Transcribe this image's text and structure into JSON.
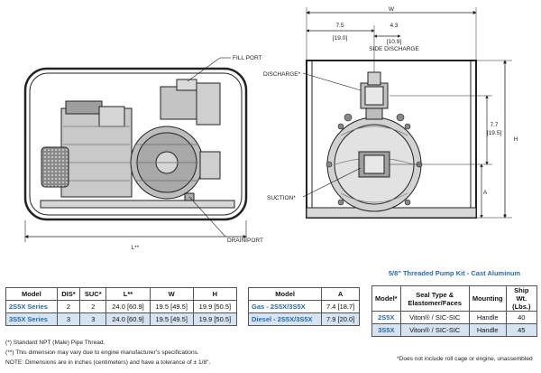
{
  "diagram": {
    "callouts": {
      "fill_port": "FILL PORT",
      "drain_port": "DRAIN PORT",
      "discharge": "DISCHARGE*",
      "suction": "SUCTION*",
      "side_discharge": "SIDE DISCHARGE"
    },
    "dimensions": {
      "length": "L**",
      "width": "W",
      "height": "H",
      "a": "A",
      "d1_in": "7.5",
      "d1_cm": "[19.0]",
      "d2_in": "4.3",
      "d2_cm": "[10.9]",
      "d3_in": "7.7",
      "d3_cm": "[19.5]"
    }
  },
  "table_series": {
    "headers": [
      "Model",
      "DIS*",
      "SUC*",
      "L**",
      "W",
      "H"
    ],
    "rows": [
      {
        "model": "2S5X Series",
        "dis": "2",
        "suc": "2",
        "l": "24.0 [60.9]",
        "w": "19.5 [49.5]",
        "h": "19.9 [50.5]"
      },
      {
        "model": "3S5X Series",
        "dis": "3",
        "suc": "3",
        "l": "24.0 [60.9]",
        "w": "19.5 [49.5]",
        "h": "19.9 [50.5]"
      }
    ]
  },
  "table_a": {
    "headers": [
      "Model",
      "A"
    ],
    "rows": [
      {
        "model": "Gas - 2S5X/3S5X",
        "a": "7.4 [18.7]"
      },
      {
        "model": "Diesel - 2S5X/3S5X",
        "a": "7.9 [20.0]"
      }
    ]
  },
  "kit": {
    "title": "5/8\" Threaded Pump Kit - Cast Aluminum",
    "headers": [
      "Model*",
      "Seal Type & Elastomer/Faces",
      "Mounting",
      "Ship Wt. (Lbs.)"
    ],
    "rows": [
      {
        "model": "2S5X",
        "seal": "Viton® / SIC-SIC",
        "mounting": "Handle",
        "weight": "40"
      },
      {
        "model": "3S5X",
        "seal": "Viton® / SIC-SIC",
        "mounting": "Handle",
        "weight": "45"
      }
    ],
    "note": "*Does not include roll cage or engine, unassembled"
  },
  "footnotes": [
    "(*) Standard NPT (Male) Pipe Thread.",
    "(**) This dimension may vary due to engine manufacturer’s specifications.",
    "NOTE: Dimensions are in inches (centimeters) and have a tolerance of ± 1/8\"."
  ]
}
